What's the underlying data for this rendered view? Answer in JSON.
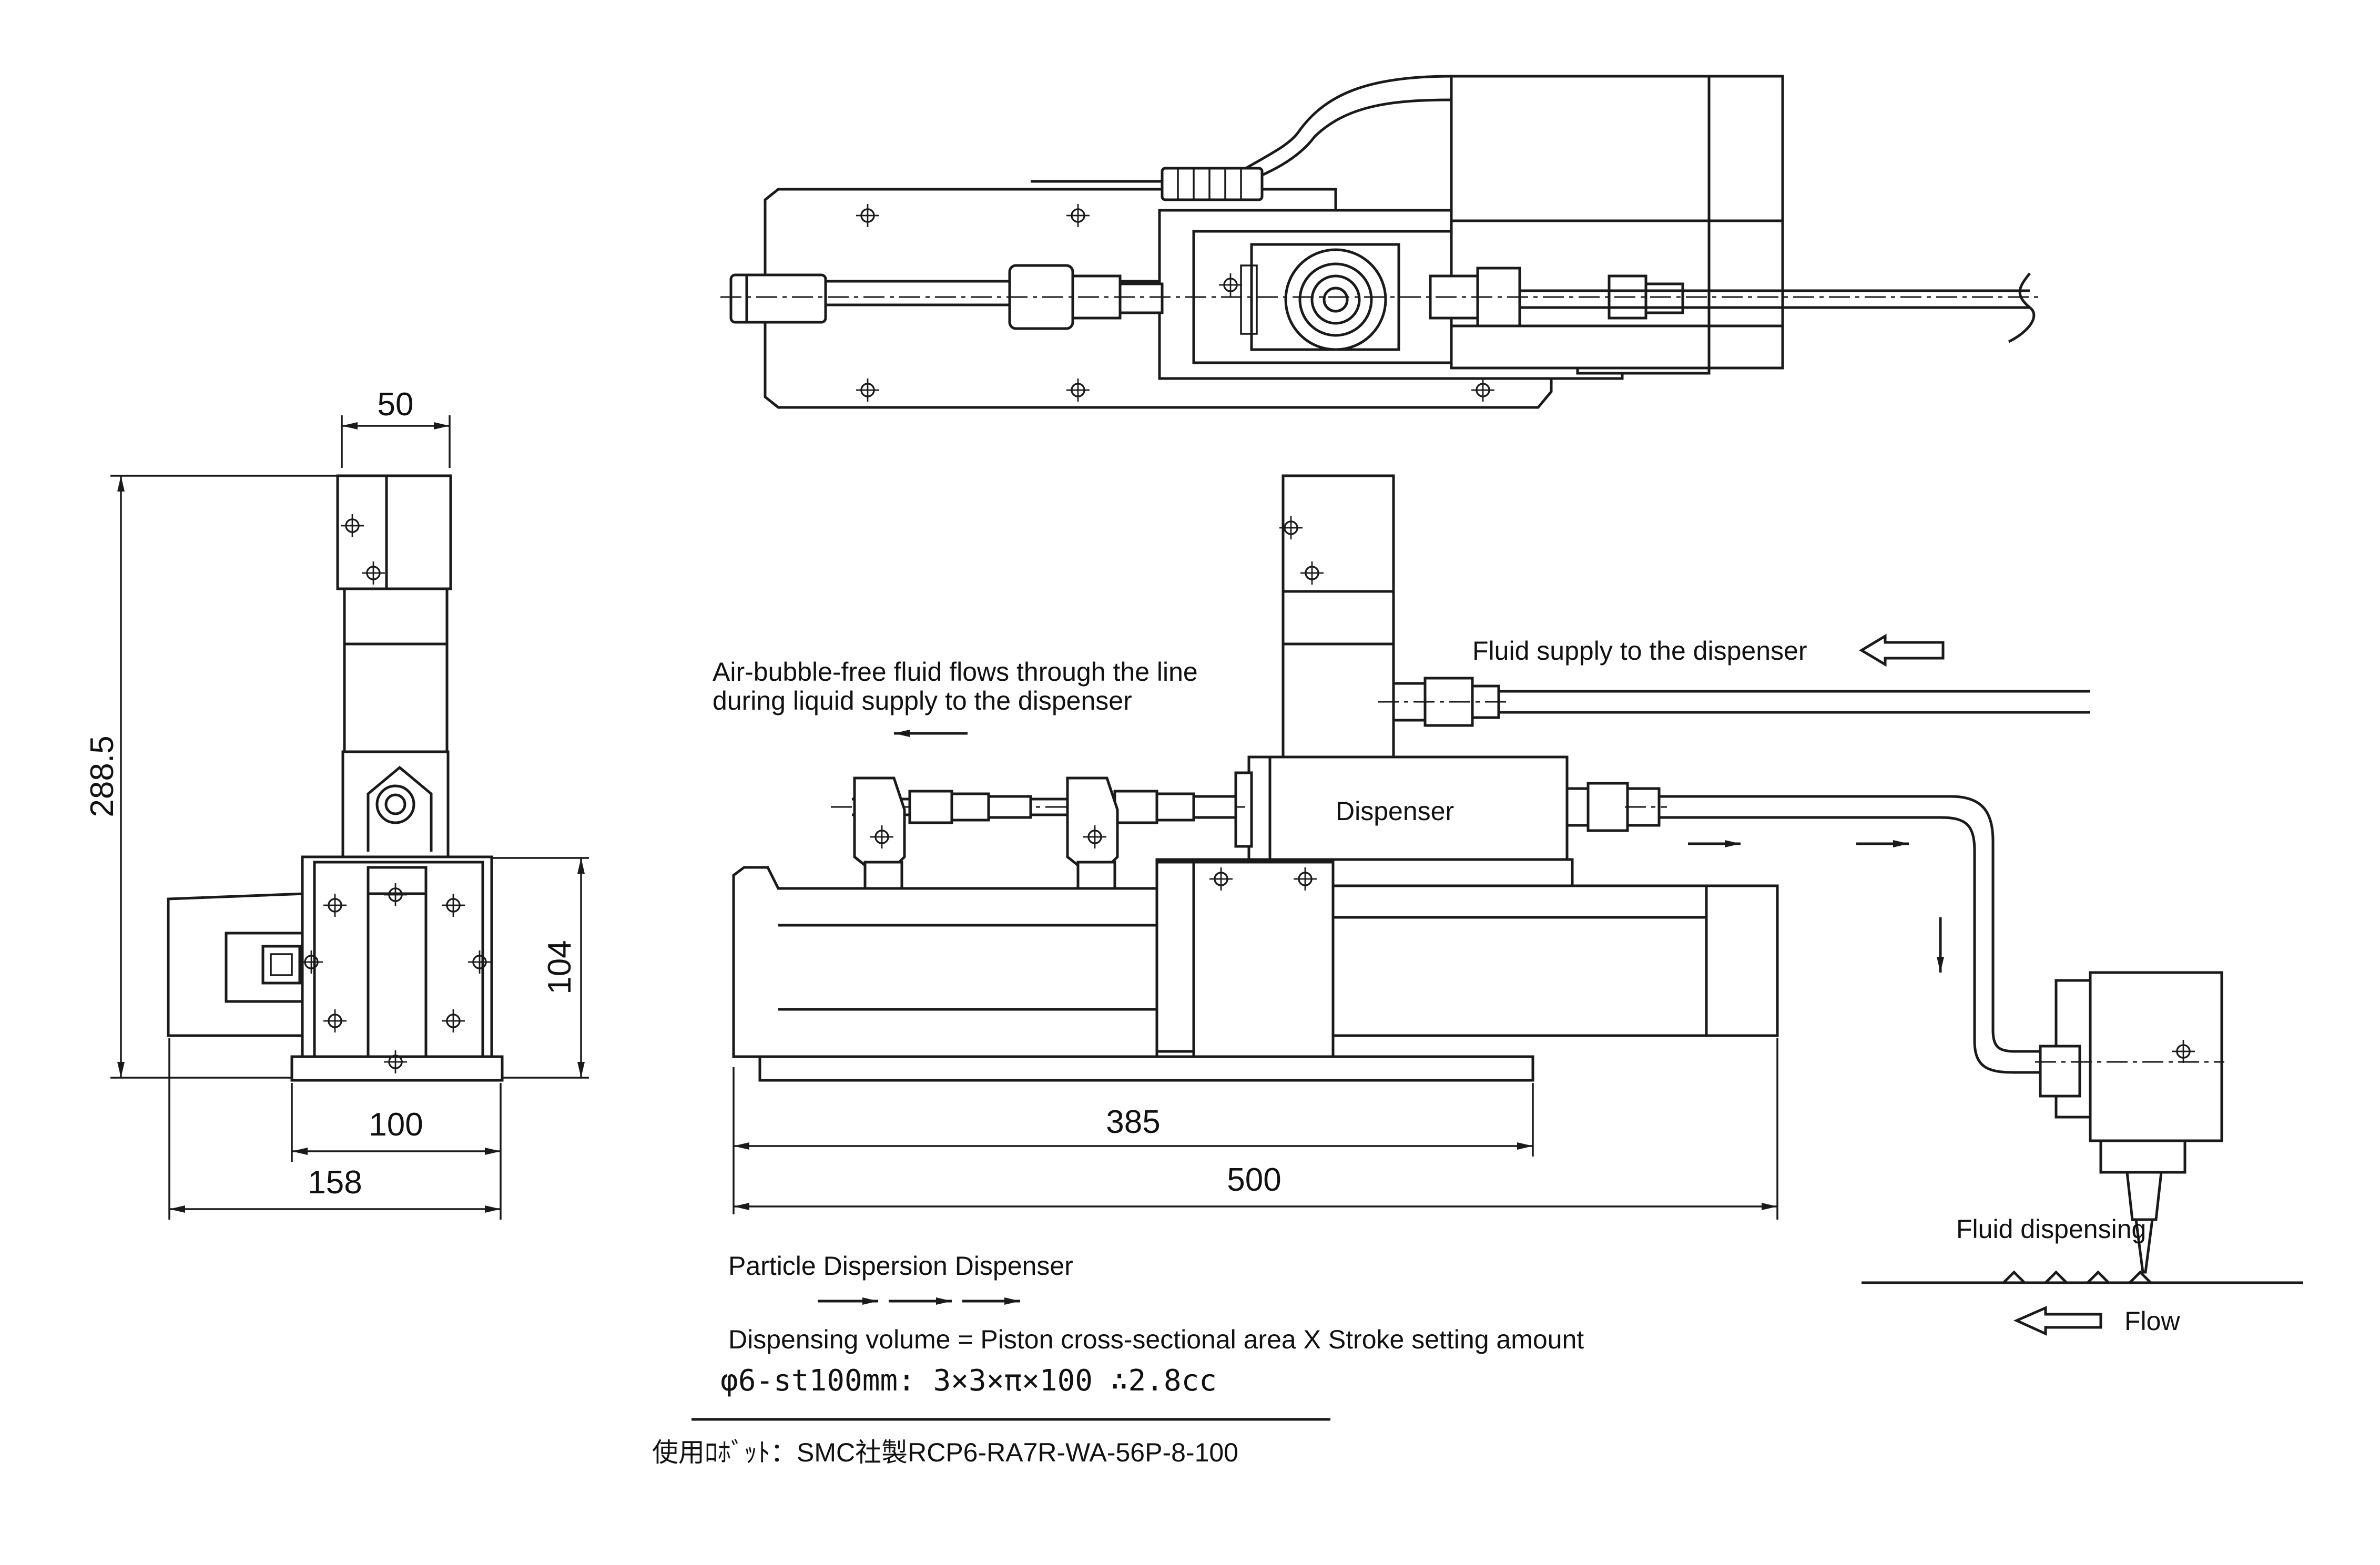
{
  "annotations": {
    "fluid_supply": "Fluid supply to the dispenser",
    "air_bubble_line1": "Air-bubble-free fluid flows through the line",
    "air_bubble_line2": "during liquid supply to the dispenser",
    "dispenser": "Dispenser",
    "fluid_dispensing": "Fluid dispensing",
    "flow": "Flow",
    "title": "Particle Dispersion Dispenser",
    "formula": "Dispensing volume = Piston cross-sectional area X Stroke setting amount",
    "calc": "φ6-st100mm:  3×3×π×100  ∴2.8cc",
    "robot": "使用ﾛﾎﾞｯﾄ：SMC社製RCP6-RA7R-WA-56P-8-100"
  },
  "dimensions": {
    "d50": "50",
    "d288": "288.5",
    "d104": "104",
    "d100": "100",
    "d158": "158",
    "d385": "385",
    "d500": "500"
  }
}
